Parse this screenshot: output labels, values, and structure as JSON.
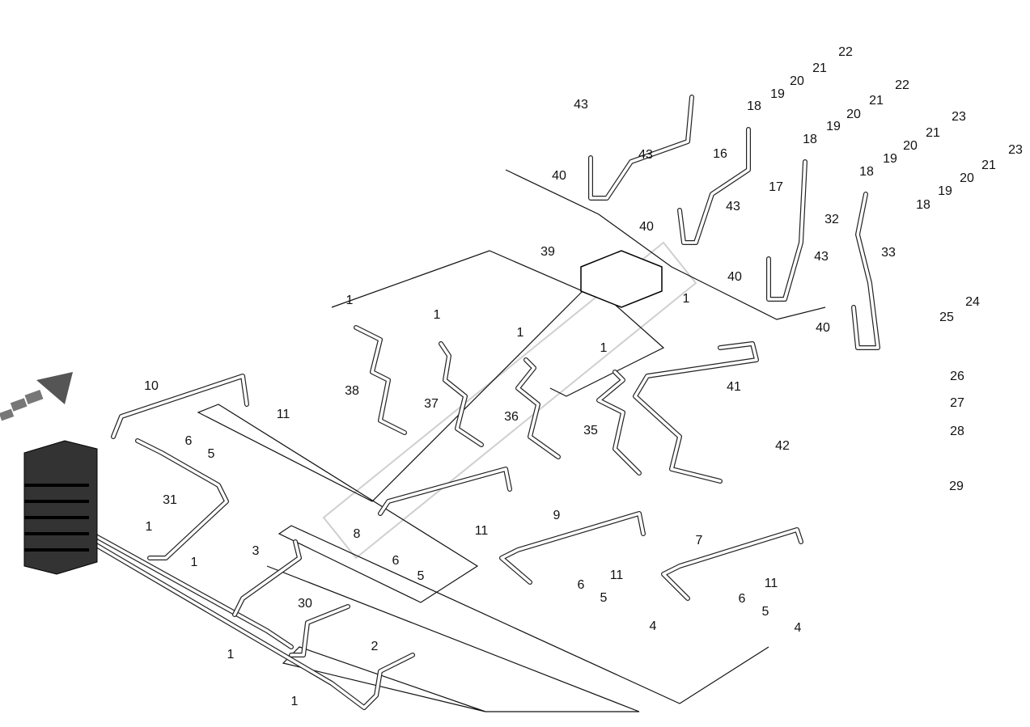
{
  "diagram": {
    "callouts": [
      "22",
      "21",
      "20",
      "19",
      "18",
      "22",
      "21",
      "20",
      "19",
      "18",
      "23",
      "21",
      "20",
      "19",
      "18",
      "23",
      "21",
      "20",
      "19",
      "18",
      "43",
      "40",
      "16",
      "17",
      "43",
      "40",
      "43",
      "32",
      "40",
      "33",
      "43",
      "40",
      "39",
      "1",
      "1",
      "1",
      "1",
      "1",
      "41",
      "10",
      "11",
      "38",
      "37",
      "36",
      "35",
      "42",
      "6",
      "5",
      "31",
      "1",
      "3",
      "1",
      "8",
      "11",
      "6",
      "5",
      "9",
      "11",
      "7",
      "11",
      "6",
      "5",
      "4",
      "6",
      "5",
      "4",
      "30",
      "1",
      "2",
      "1",
      "24",
      "25",
      "26",
      "27",
      "28",
      "29"
    ],
    "line_color": "#111111",
    "background": "#ffffff",
    "direction_arrow": "arrow-icon"
  }
}
